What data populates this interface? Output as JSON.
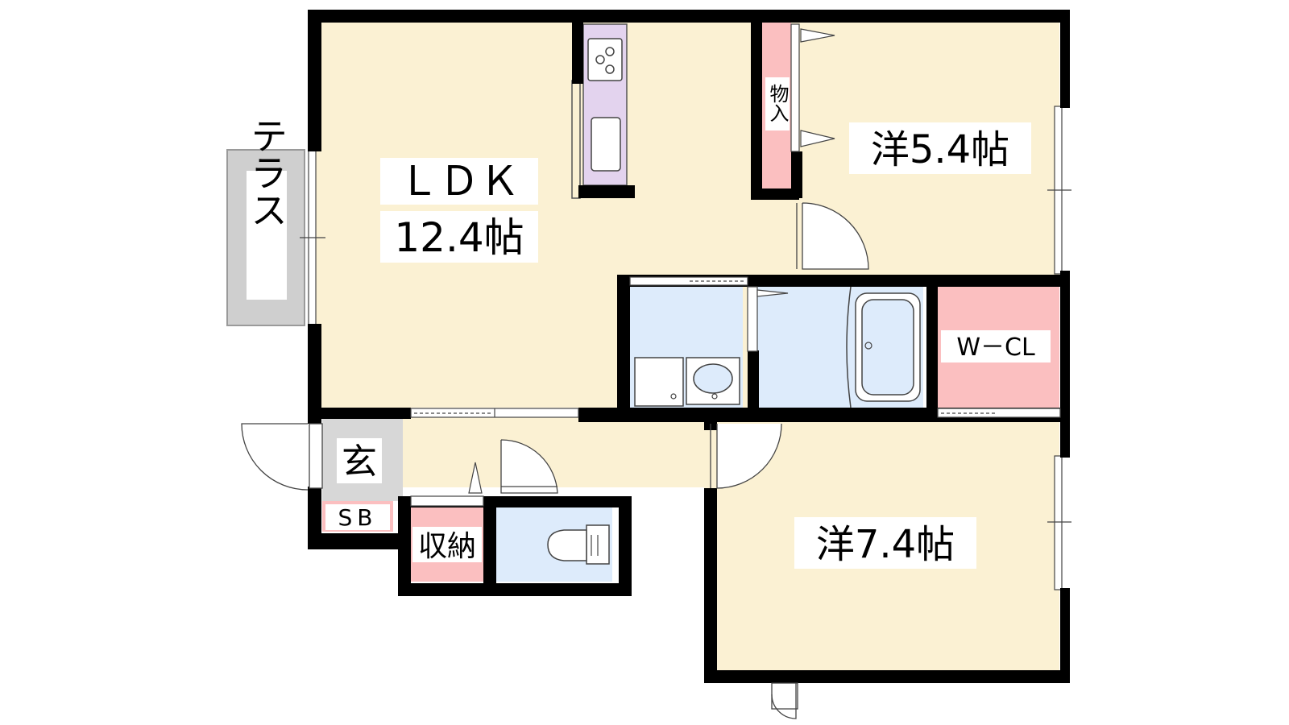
{
  "rooms": {
    "ldk": {
      "name": "ＬＤＫ",
      "size": "12.4帖"
    },
    "western_upper": {
      "label": "洋5.4帖"
    },
    "western_lower": {
      "label": "洋7.4帖"
    },
    "storage_upper": {
      "label": "物入"
    },
    "walk_in_closet": {
      "label": "W－CL"
    },
    "terrace": {
      "label": "テラス"
    },
    "entrance": {
      "label": "玄"
    },
    "shoe_box": {
      "label": "SB"
    },
    "storage_lower": {
      "label": "収納"
    }
  },
  "colors": {
    "room": "#FBF1D3",
    "wet_area": "#DDEBFB",
    "storage": "#FBBFC0",
    "entrance": "#D7D7D7",
    "terrace": "#CFCFCF",
    "kitchen": "#E3D3EE",
    "wall": "#000000"
  }
}
